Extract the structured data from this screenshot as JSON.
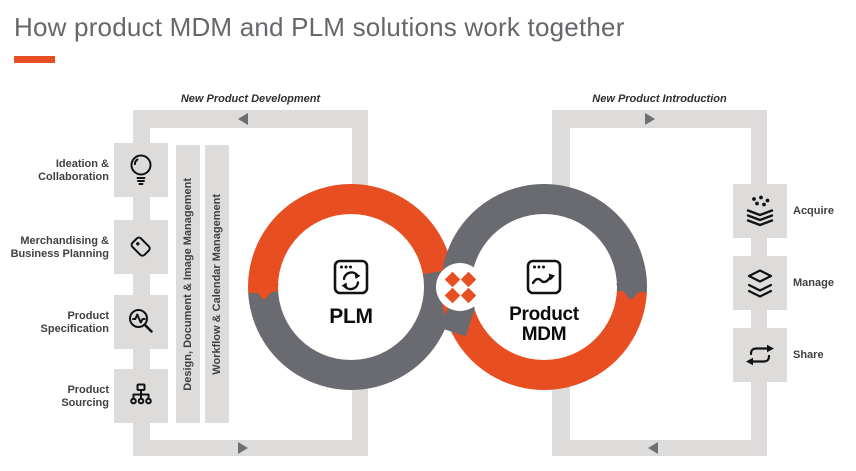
{
  "page": {
    "title": "How product MDM and PLM solutions work together"
  },
  "colors": {
    "accent_orange": "#E74E22",
    "ring_gray": "#696B70",
    "track_gray": "#DDDCDB",
    "label_dark": "#3F4142",
    "title_gray": "#65676A"
  },
  "left_loop": {
    "title": "New Product Development",
    "items": [
      {
        "label": "Ideation &\nCollaboration",
        "icon": "lightbulb-icon"
      },
      {
        "label": "Merchandising &\nBusiness Planning",
        "icon": "tag-icon"
      },
      {
        "label": "Product\nSpecification",
        "icon": "pulse-magnifier-icon"
      },
      {
        "label": "Product\nSourcing",
        "icon": "hierarchy-icon"
      }
    ],
    "vertical_bars": [
      {
        "label": "Design, Document & Image Management"
      },
      {
        "label": "Workflow & Calendar Management"
      }
    ]
  },
  "right_loop": {
    "title": "New Product Introduction",
    "items": [
      {
        "label": "Acquire",
        "icon": "acquire-layers-icon"
      },
      {
        "label": "Manage",
        "icon": "manage-layers-icon"
      },
      {
        "label": "Share",
        "icon": "share-arrows-icon"
      }
    ]
  },
  "circles": {
    "plm": {
      "label": "PLM",
      "icon": "app-window-sync-icon"
    },
    "mdm": {
      "label": "Product\nMDM",
      "icon": "app-window-trend-icon"
    }
  }
}
